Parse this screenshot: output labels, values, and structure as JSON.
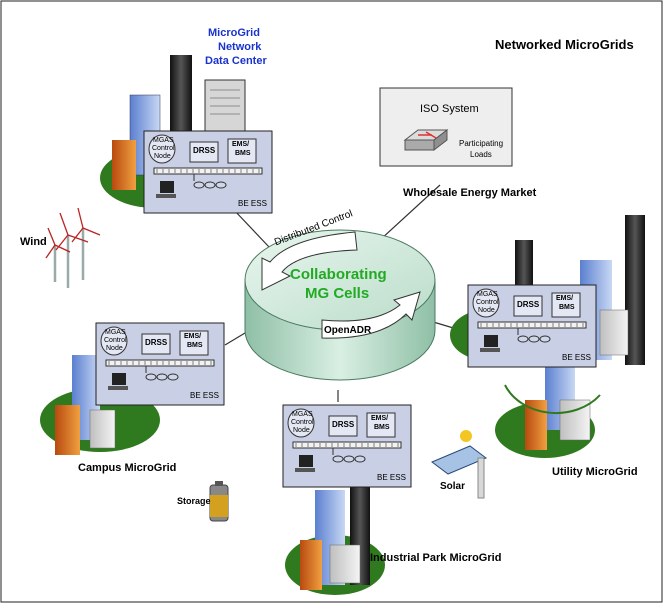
{
  "title": "Networked MicroGrids",
  "datacenter": {
    "label_line1": "MicroGrid",
    "label_line2": "Network",
    "label_line3": "Data Center",
    "color": "#1a33cc"
  },
  "iso": {
    "title": "ISO System",
    "sub_line1": "Participating",
    "sub_line2": "Loads"
  },
  "wholesale": "Wholesale Energy Market",
  "wind": "Wind",
  "storage": "Storage",
  "solar": "Solar",
  "center": {
    "line1": "Collaborating",
    "line2": "MG Cells",
    "distributed": "Distributed Control",
    "openadr": "OpenADR",
    "color": "#22aa22",
    "disk_color": "#cfe9dd"
  },
  "cell": {
    "mgas_line1": "MGAS",
    "mgas_line2": "Control",
    "mgas_line3": "Node",
    "drss": "DRSS",
    "ems_line1": "EMS/",
    "ems_line2": "BMS",
    "footer": "BE ESS",
    "panel_color": "#c9cfe4"
  },
  "nodes": {
    "datacenter_cell": "",
    "campus": "Campus MicroGrid",
    "industrial": "Industrial Park MicroGrid",
    "utility": "Utility MicroGrid"
  }
}
